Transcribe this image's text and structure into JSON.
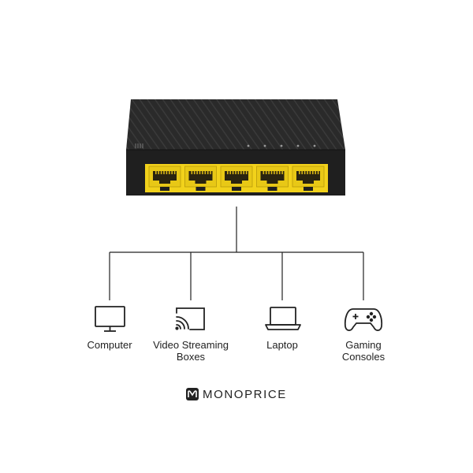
{
  "devices": [
    {
      "line1": "Computer",
      "line2": ""
    },
    {
      "line1": "Video Streaming",
      "line2": "Boxes"
    },
    {
      "line1": "Laptop",
      "line2": ""
    },
    {
      "line1": "Gaming",
      "line2": "Consoles"
    }
  ],
  "brand": {
    "name": "MONOPRICE"
  },
  "colors": {
    "switch_body": "#1f1f1f",
    "port_yellow": "#f2d21b",
    "line": "#222222"
  }
}
